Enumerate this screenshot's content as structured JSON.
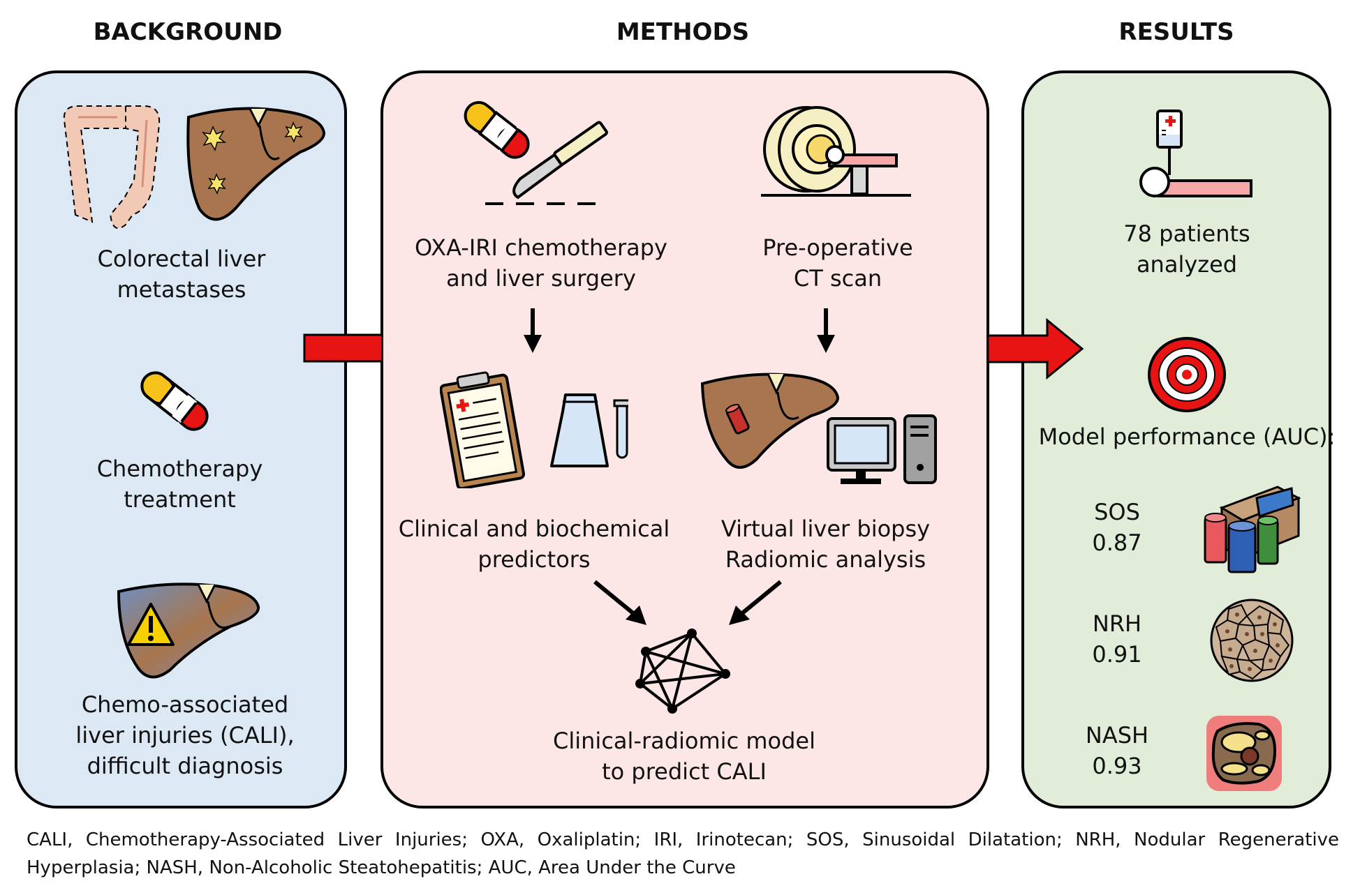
{
  "headings": {
    "background": "BACKGROUND",
    "methods": "METHODS",
    "results": "RESULTS"
  },
  "colors": {
    "background_panel": "#dde8f5",
    "methods_panel": "#fde6e6",
    "results_panel": "#e1ecd9",
    "arrow_red": "#e81313",
    "liver_brown": "#a8754e"
  },
  "background": {
    "item1": {
      "icon": "colon-liver-icon",
      "lines": [
        "Colorectal liver",
        "metastases"
      ]
    },
    "item2": {
      "icon": "pill-icon",
      "lines": [
        "Chemotherapy",
        "treatment"
      ]
    },
    "item3": {
      "icon": "liver-warning-icon",
      "lines": [
        "Chemo-associated",
        "liver injuries (CALI),",
        "difficult diagnosis"
      ]
    }
  },
  "methods": {
    "chemo": {
      "icon": "pill-scalpel-icon",
      "lines": [
        "OXA-IRI chemotherapy",
        "and liver surgery"
      ]
    },
    "ct": {
      "icon": "ct-scanner-icon",
      "lines": [
        "Pre-operative",
        "CT scan"
      ]
    },
    "clinical": {
      "icon": "clipboard-lab-icon",
      "lines": [
        "Clinical and biochemical",
        "predictors"
      ]
    },
    "virtual": {
      "icon": "liver-computer-icon",
      "lines": [
        "Virtual liver biopsy",
        "Radiomic analysis"
      ]
    },
    "model": {
      "icon": "network-icon",
      "lines": [
        "Clinical-radiomic model",
        "to predict CALI"
      ]
    }
  },
  "results": {
    "patients": {
      "icon": "patient-bed-icon",
      "lines": [
        "78 patients",
        "analyzed"
      ]
    },
    "performance": {
      "icon": "target-icon",
      "label": "Model performance (AUC):"
    },
    "metrics": [
      {
        "name": "SOS",
        "value": "0.87",
        "icon": "sinusoid-icon"
      },
      {
        "name": "NRH",
        "value": "0.91",
        "icon": "hepatocyte-cluster-icon"
      },
      {
        "name": "NASH",
        "value": "0.93",
        "icon": "steatosis-cell-icon"
      }
    ]
  },
  "legend": "CALI, Chemotherapy-Associated Liver Injuries; OXA, Oxaliplatin; IRI, Irinotecan; SOS, Sinusoidal Dilatation; NRH, Nodular Regenerative Hyperplasia; NASH, Non-Alcoholic Steatohepatitis; AUC, Area Under the Curve"
}
